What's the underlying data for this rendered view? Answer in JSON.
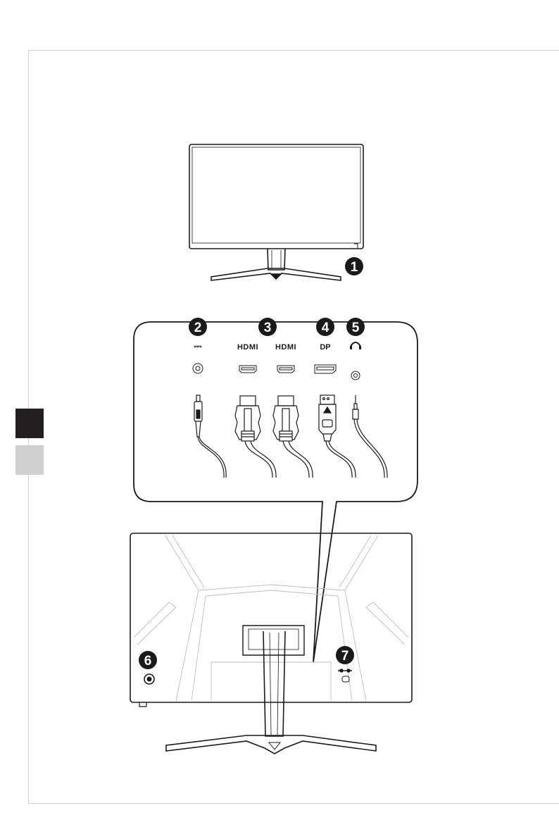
{
  "callouts": [
    "1",
    "2",
    "3",
    "4",
    "5",
    "6",
    "7"
  ],
  "port_labels": {
    "dc": "⎓",
    "hdmi1": "HDMI",
    "hdmi2": "HDMI",
    "dp": "DP",
    "headphone_icon": "headphone-icon",
    "lock_icon": "kensington-lock-icon"
  },
  "side_tabs": [
    {
      "color": "#231f20"
    },
    {
      "color": "#d0d0d0"
    }
  ]
}
